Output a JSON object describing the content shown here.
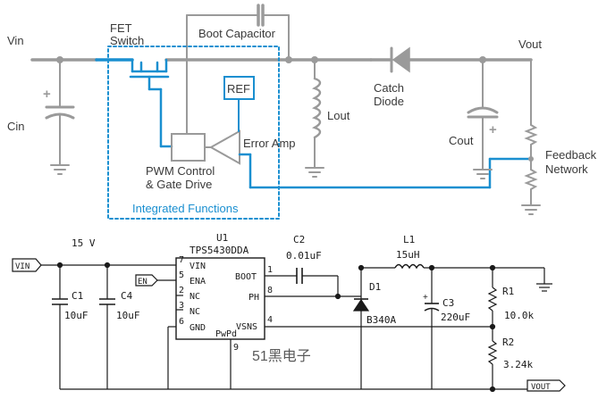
{
  "colors": {
    "wire_gray": "#9a9a9a",
    "wire_dark": "#5a5a5a",
    "blue": "#1a8fd0",
    "text_dark": "#3a3a3a",
    "schem_black": "#1a1a1a",
    "watermark": "#5a5a5a"
  },
  "block": {
    "vin": "Vin",
    "cin": "Cin",
    "fet_switch_line1": "FET",
    "fet_switch_line2": "Switch",
    "boot_capacitor": "Boot Capacitor",
    "ref": "REF",
    "error_amp": "Error Amp",
    "pwm_line1": "PWM Control",
    "pwm_line2": "& Gate Drive",
    "integrated_functions": "Integrated Functions",
    "lout": "Lout",
    "catch_line1": "Catch",
    "catch_line2": "Diode",
    "vout": "Vout",
    "cout": "Cout",
    "feedback_line1": "Feedback",
    "feedback_line2": "Network"
  },
  "schematic": {
    "voltage": "15 V",
    "u1_ref": "U1",
    "u1_part": "TPS5430DDA",
    "vin_port": "VIN",
    "en_port": "EN",
    "vout_port": "VOUT",
    "c1_ref": "C1",
    "c1_val": "10uF",
    "c4_ref": "C4",
    "c4_val": "10uF",
    "c2_ref": "C2",
    "c2_val": "0.01uF",
    "l1_ref": "L1",
    "l1_val": "15uH",
    "d1_ref": "D1",
    "d1_val": "B340A",
    "c3_ref": "C3",
    "c3_val": "220uF",
    "r1_ref": "R1",
    "r1_val": "10.0k",
    "r2_ref": "R2",
    "r2_val": "3.24k",
    "pins": {
      "vin_num": "7",
      "vin_name": "VIN",
      "ena_num": "5",
      "ena_name": "ENA",
      "nc1_num": "2",
      "nc1_name": "NC",
      "nc2_num": "3",
      "nc2_name": "NC",
      "gnd_num": "6",
      "gnd_name": "GND",
      "boot_num": "1",
      "boot_name": "BOOT",
      "ph_num": "8",
      "ph_name": "PH",
      "vsns_num": "4",
      "vsns_name": "VSNS",
      "pwpd_num": "9",
      "pwpd_name": "PwPd"
    }
  },
  "watermark": "51黑电子"
}
